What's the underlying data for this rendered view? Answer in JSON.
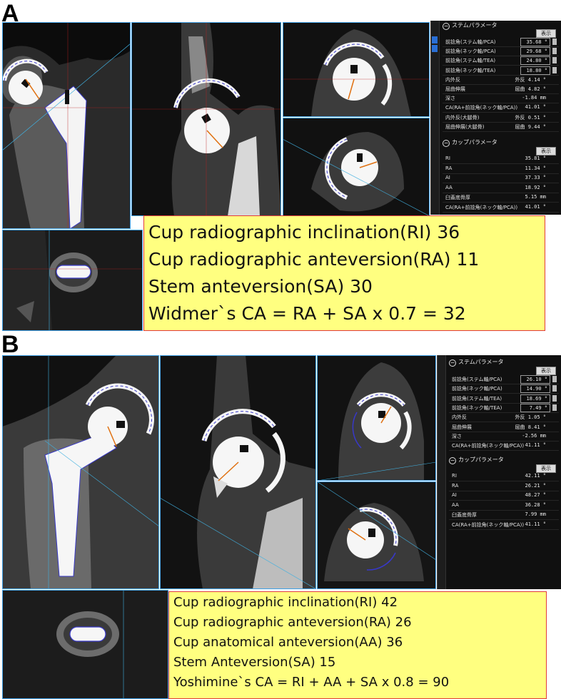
{
  "panel_a": {
    "letter": "A",
    "stem_section": {
      "title": "ステムパラメータ",
      "show_label": "表示",
      "params": [
        {
          "label": "前捻角(ステム軸/PCA)",
          "value": "35.68 °",
          "boxed": true
        },
        {
          "label": "前捻角(ネック軸/PCA)",
          "value": "29.68 °",
          "boxed": true
        },
        {
          "label": "前捻角(ステム軸/TEA)",
          "value": "24.80 °",
          "boxed": true
        },
        {
          "label": "前捻角(ネック軸/TEA)",
          "value": "18.80 °",
          "boxed": true
        },
        {
          "label": "内外反",
          "value": "外反 4.14 °",
          "boxed": false
        },
        {
          "label": "屈曲伸展",
          "value": "屈曲 4.82 °",
          "boxed": false
        },
        {
          "label": "深さ",
          "value": "-1.84 mm",
          "boxed": false
        },
        {
          "label": "CA(RA+前捻角(ネック軸/PCA))",
          "value": "41.01 °",
          "boxed": false
        },
        {
          "label": "内外反(大腿骨)",
          "value": "外反 0.51 °",
          "boxed": false
        },
        {
          "label": "屈曲伸展(大腿骨)",
          "value": "屈曲 9.44 °",
          "boxed": false
        }
      ]
    },
    "cup_section": {
      "title": "カップパラメータ",
      "show_label": "表示",
      "params": [
        {
          "label": "RI",
          "value": "35.81 °"
        },
        {
          "label": "RA",
          "value": "11.34 °"
        },
        {
          "label": "AI",
          "value": "37.33 °"
        },
        {
          "label": "AA",
          "value": "18.92 °"
        },
        {
          "label": "臼蓋底骨厚",
          "value": "5.15 mm"
        },
        {
          "label": "CA(RA+前捻角(ネック軸/PCA))",
          "value": "41.01 °"
        }
      ]
    },
    "summary_lines": [
      "Cup radiographic inclination(RI) 36",
      "Cup radiographic anteversion(RA) 11",
      "Stem anteversion(SA) 30",
      "Widmer`s CA = RA + SA x 0.7 = 32"
    ]
  },
  "panel_b": {
    "letter": "B",
    "stem_section": {
      "title": "ステムパラメータ",
      "show_label": "表示",
      "params": [
        {
          "label": "前捻角(ステム軸/PCA)",
          "value": "26.10 °",
          "boxed": true
        },
        {
          "label": "前捻角(ネック軸/PCA)",
          "value": "14.90 °",
          "boxed": true
        },
        {
          "label": "前捻角(ステム軸/TEA)",
          "value": "18.69 °",
          "boxed": true
        },
        {
          "label": "前捻角(ネック軸/TEA)",
          "value": "7.49 °",
          "boxed": true
        },
        {
          "label": "内外反",
          "value": "外反 1.05 °",
          "boxed": false
        },
        {
          "label": "屈曲伸展",
          "value": "屈曲 8.41 °",
          "boxed": false
        },
        {
          "label": "深さ",
          "value": "-2.56 mm",
          "boxed": false
        },
        {
          "label": "CA(RA+前捻角(ネック軸/PCA))",
          "value": "41.11 °",
          "boxed": false
        }
      ]
    },
    "cup_section": {
      "title": "カップパラメータ",
      "show_label": "表示",
      "params": [
        {
          "label": "RI",
          "value": "42.11 °"
        },
        {
          "label": "RA",
          "value": "26.21 °"
        },
        {
          "label": "AI",
          "value": "48.27 °"
        },
        {
          "label": "AA",
          "value": "36.28 °"
        },
        {
          "label": "臼蓋底骨厚",
          "value": "7.99 mm"
        },
        {
          "label": "CA(RA+前捻角(ネック軸/PCA))",
          "value": "41.11 °"
        }
      ]
    },
    "summary_lines": [
      "Cup radiographic inclination(RI) 42",
      "Cup radiographic anteversion(RA) 26",
      "Cup anatomical anteversion(AA)  36",
      "Stem Anteversion(SA) 15",
      "Yoshimine`s CA = RI + AA + SA x 0.8 = 90"
    ]
  },
  "colors": {
    "summary_background": "#ffff80",
    "summary_border": "#e23b3b",
    "viewport_border": "#3fa0e6",
    "sidebar_background": "#101010",
    "implant": "#ffffff",
    "outline": "#3838c8",
    "axis_line": "#e07010"
  }
}
